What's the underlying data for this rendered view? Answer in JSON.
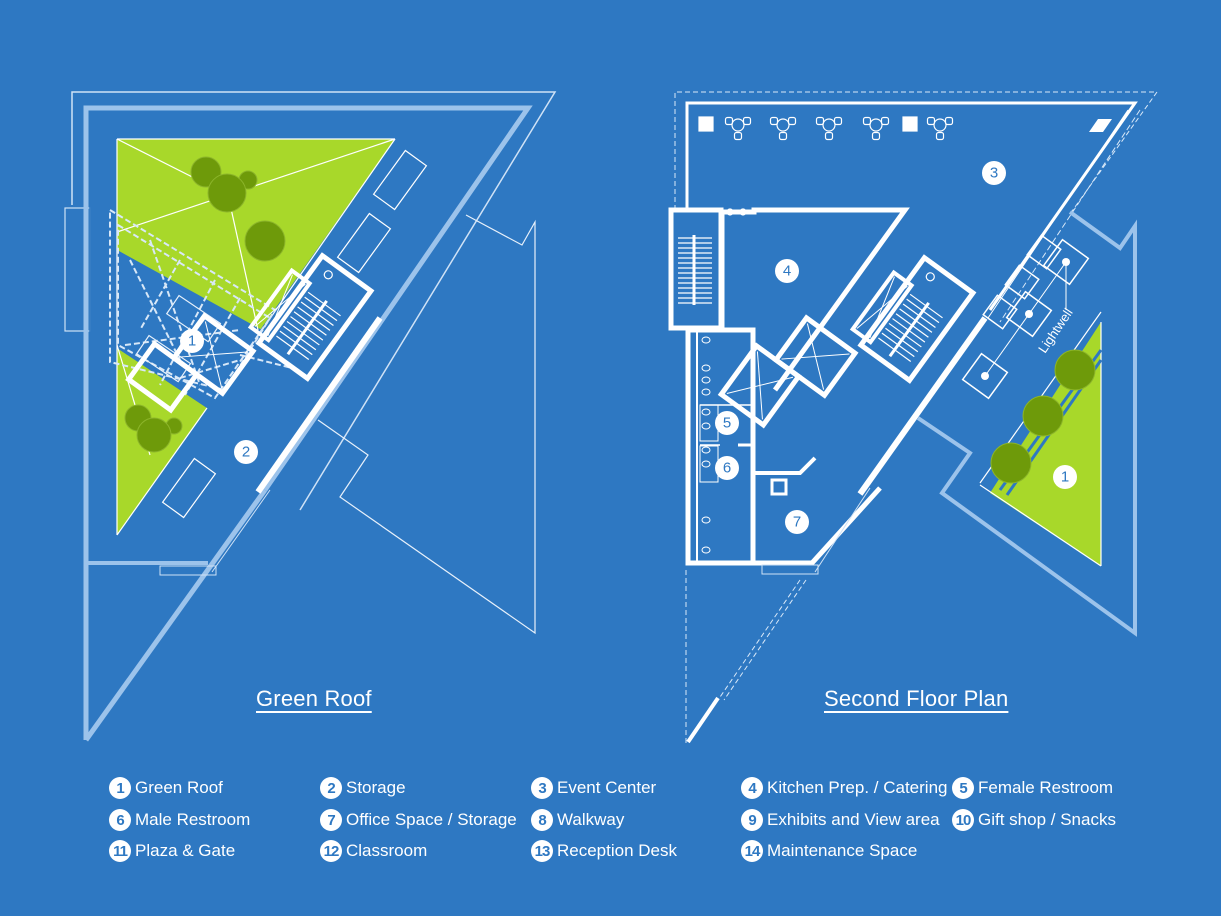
{
  "titles": {
    "left": "Green Roof",
    "right": "Second Floor Plan"
  },
  "colors": {
    "background": "#2e78c2",
    "green_roof": "#a8d82a",
    "tree": "#6e9a0a",
    "line": "#ffffff",
    "pale_line": "#9cc3eb"
  },
  "left_plan": {
    "markers": [
      "1",
      "2"
    ]
  },
  "right_plan": {
    "markers": [
      "3",
      "4",
      "5",
      "6",
      "7",
      "1"
    ],
    "lightwell_label": "Lightwell"
  },
  "legend": [
    {
      "num": "1",
      "label": "Green Roof"
    },
    {
      "num": "2",
      "label": "Storage"
    },
    {
      "num": "3",
      "label": "Event Center"
    },
    {
      "num": "4",
      "label": "Kitchen Prep. / Catering"
    },
    {
      "num": "5",
      "label": "Female Restroom"
    },
    {
      "num": "6",
      "label": "Male Restroom"
    },
    {
      "num": "7",
      "label": "Office Space / Storage"
    },
    {
      "num": "8",
      "label": "Walkway"
    },
    {
      "num": "9",
      "label": "Exhibits and View area"
    },
    {
      "num": "10",
      "label": "Gift shop / Snacks"
    },
    {
      "num": "11",
      "label": "Plaza & Gate"
    },
    {
      "num": "12",
      "label": "Classroom"
    },
    {
      "num": "13",
      "label": "Reception Desk"
    },
    {
      "num": "14",
      "label": "Maintenance Space"
    }
  ]
}
